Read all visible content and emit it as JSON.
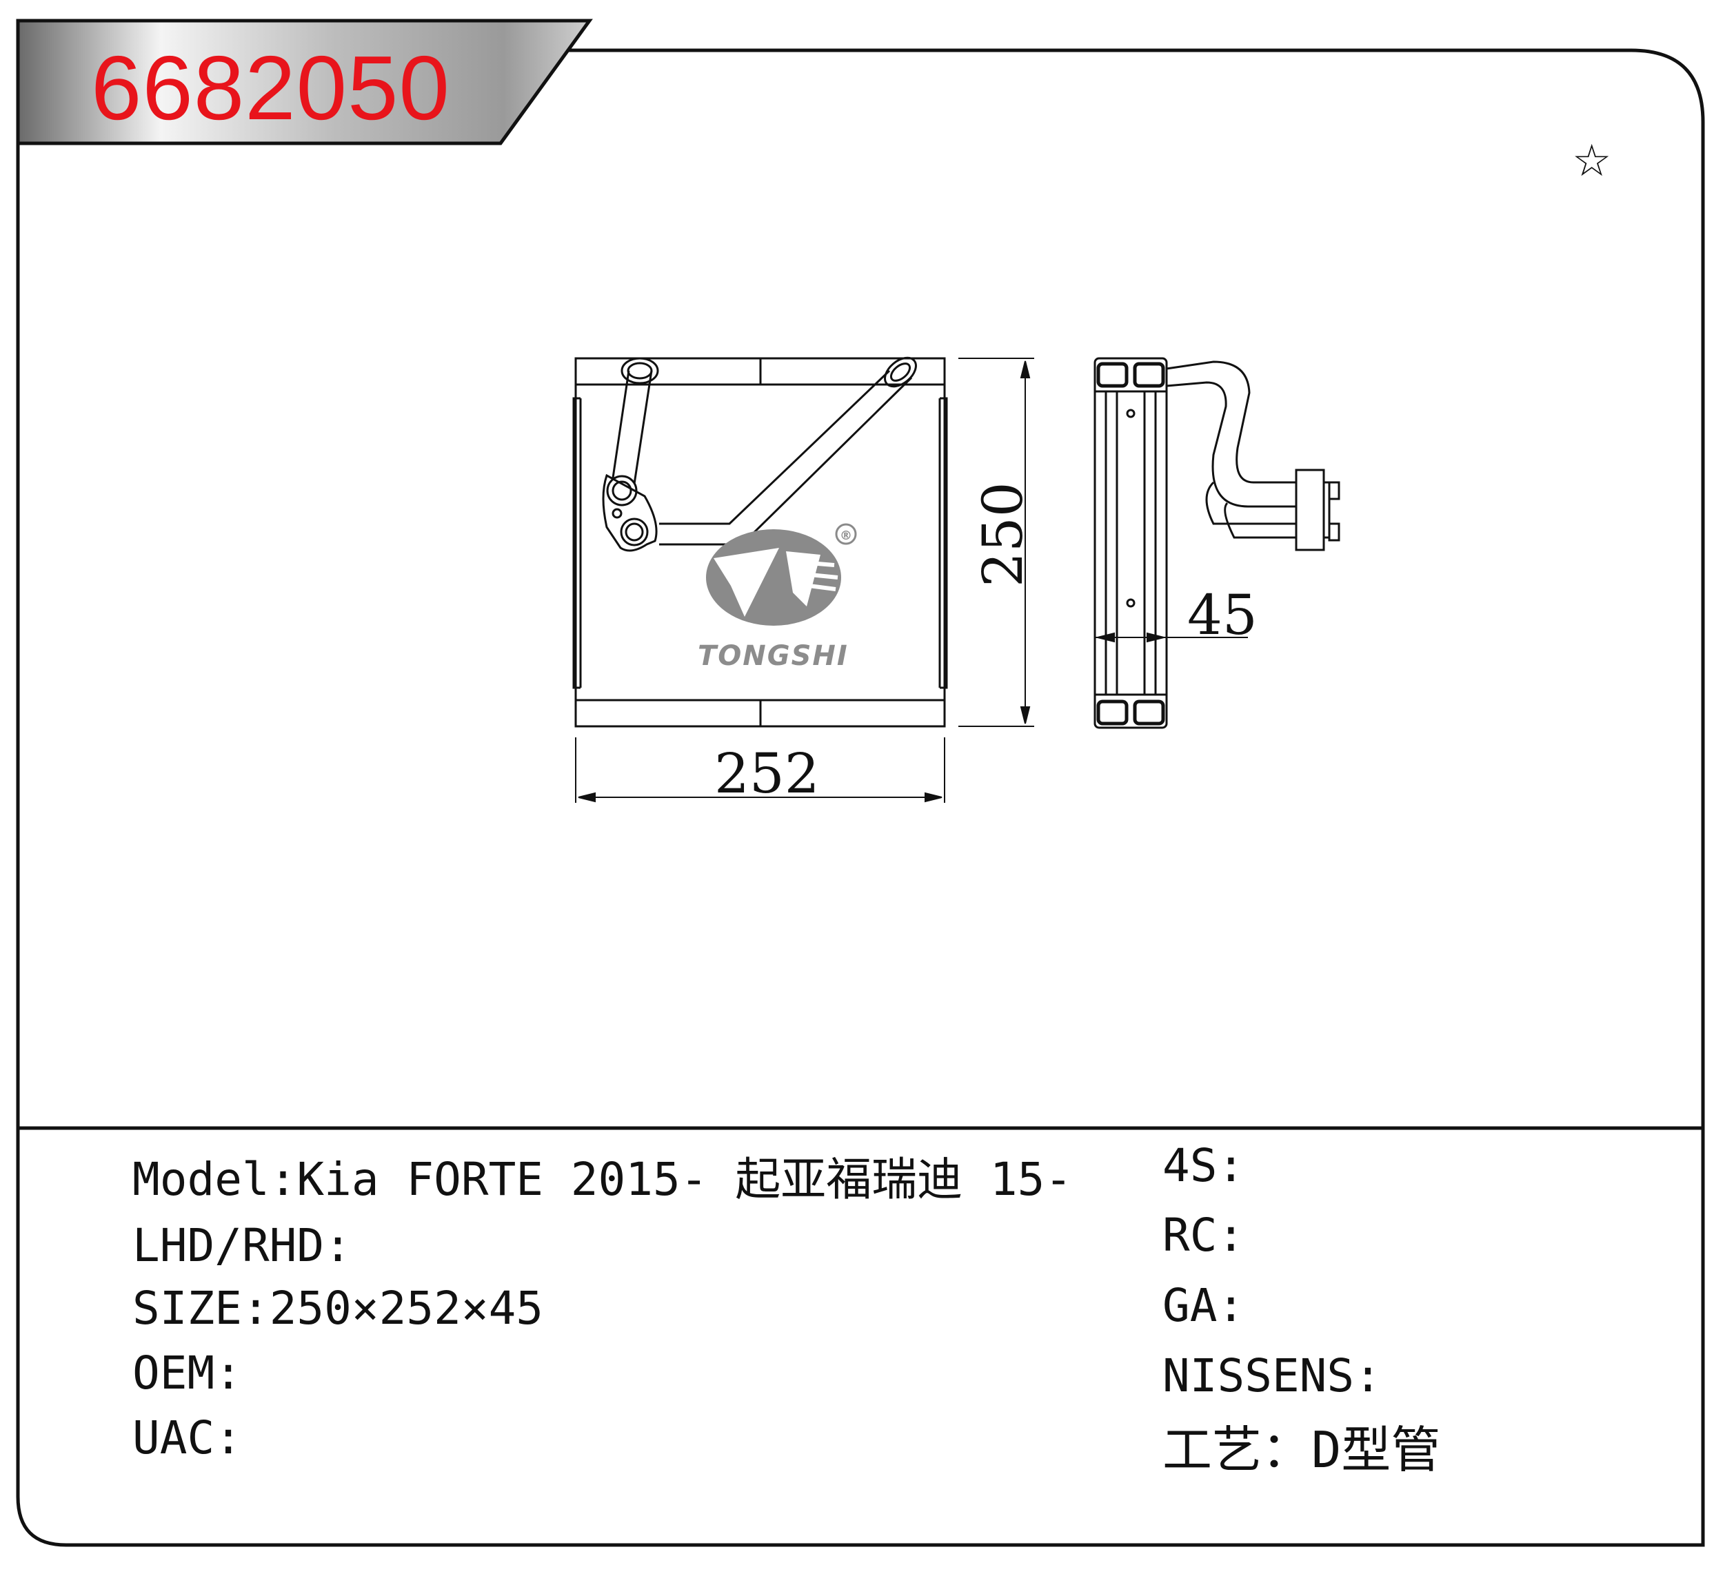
{
  "header": {
    "part_number": "6682050",
    "favorite_icon": "star-outline-icon"
  },
  "drawing": {
    "brand_logo": "TONGSHI",
    "registered_mark": "®",
    "dimensions": {
      "height": "250",
      "width": "252",
      "depth": "45"
    }
  },
  "specs_left": [
    {
      "label": "Model:",
      "value": "Kia FORTE 2015- 起亚福瑞迪 15-"
    },
    {
      "label": "LHD/RHD:",
      "value": ""
    },
    {
      "label": "SIZE:",
      "value": "250×252×45"
    },
    {
      "label": "OEM:",
      "value": ""
    },
    {
      "label": "UAC:",
      "value": ""
    }
  ],
  "specs_right": [
    {
      "label": "4S:",
      "value": ""
    },
    {
      "label": "RC:",
      "value": ""
    },
    {
      "label": "GA:",
      "value": ""
    },
    {
      "label": "NISSENS:",
      "value": ""
    },
    {
      "label": "工艺：",
      "value": "D型管"
    }
  ]
}
